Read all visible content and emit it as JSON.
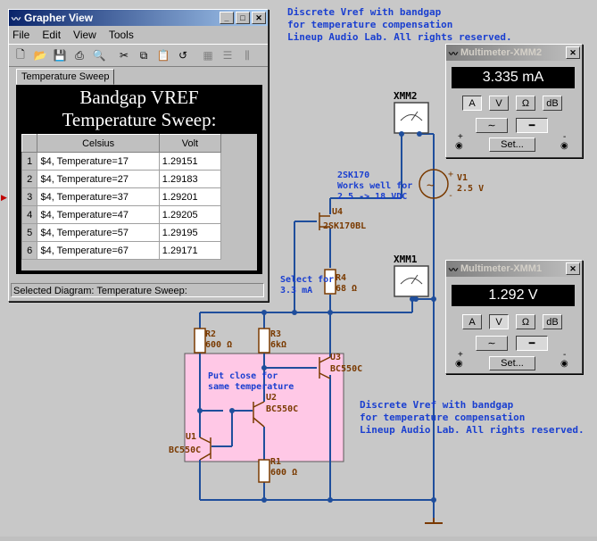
{
  "grapher": {
    "title": "Grapher View",
    "menu": [
      "File",
      "Edit",
      "View",
      "Tools"
    ],
    "tab": "Temperature Sweep",
    "chart_title_line1": "Bandgap VREF",
    "chart_title_line2": "Temperature Sweep:",
    "columns": [
      "Celsius",
      "Volt"
    ],
    "rows": [
      {
        "n": "1",
        "c": "$4, Temperature=17",
        "v": "1.29151"
      },
      {
        "n": "2",
        "c": "$4, Temperature=27",
        "v": "1.29183"
      },
      {
        "n": "3",
        "c": "$4, Temperature=37",
        "v": "1.29201"
      },
      {
        "n": "4",
        "c": "$4, Temperature=47",
        "v": "1.29205"
      },
      {
        "n": "5",
        "c": "$4, Temperature=57",
        "v": "1.29195"
      },
      {
        "n": "6",
        "c": "$4, Temperature=67",
        "v": "1.29171"
      }
    ],
    "status": "Selected Diagram:  Temperature Sweep:"
  },
  "mm2": {
    "title": "Multimeter-XMM2",
    "value": "3.335 mA",
    "buttons": [
      "A",
      "V",
      "Ω",
      "dB"
    ],
    "set": "Set..."
  },
  "mm1": {
    "title": "Multimeter-XMM1",
    "value": "1.292 V",
    "buttons": [
      "A",
      "V",
      "Ω",
      "dB"
    ],
    "set": "Set..."
  },
  "schematic": {
    "note_top": [
      "Discrete Vref with bandgap",
      "for temperature compensation",
      "Lineup Audio Lab. All rights reserved."
    ],
    "note_bottom": [
      "Discrete Vref with bandgap",
      "for temperature compensation",
      "Lineup Audio Lab. All rights reserved."
    ],
    "xmm2": "XMM2",
    "xmm1": "XMM1",
    "v1": [
      "V1",
      "2.5 V"
    ],
    "u4_note": [
      "2SK170",
      "Works well for",
      "2.5 -> 18 VDC"
    ],
    "u4": [
      "U4",
      "2SK170BL"
    ],
    "r4": [
      "R4",
      "68 Ω"
    ],
    "r4_note": [
      "Select for",
      "3.3 mA"
    ],
    "r2": [
      "R2",
      "600 Ω"
    ],
    "r3": [
      "R3",
      "6kΩ"
    ],
    "u3": [
      "U3",
      "BC550C"
    ],
    "u2": [
      "U2",
      "BC550C"
    ],
    "u1": [
      "U1",
      "BC550C"
    ],
    "r1": [
      "R1",
      "600 Ω"
    ],
    "box_note": [
      "Put close for",
      "same temperature"
    ],
    "colors": {
      "wire": "#1f4e9c",
      "text_blue": "#1a3fd0",
      "component": "#7a3a00",
      "box": "#ffc8e6"
    }
  }
}
